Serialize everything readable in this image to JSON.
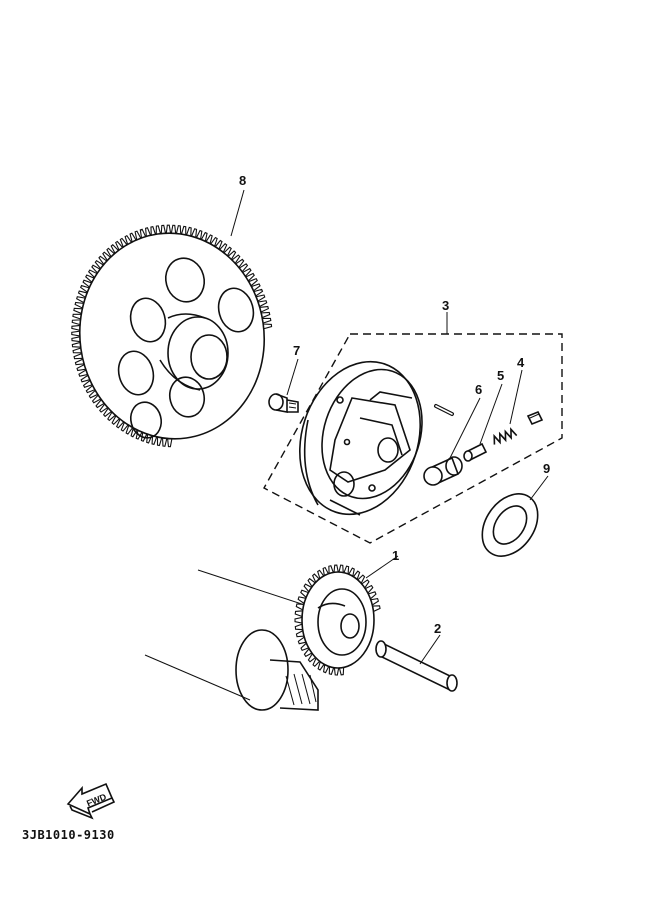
{
  "callouts": {
    "p1": "1",
    "p2": "2",
    "p3": "3",
    "p4": "4",
    "p5": "5",
    "p6": "6",
    "p7": "7",
    "p8": "8",
    "p9": "9"
  },
  "fwd_label": "FWD",
  "part_code": "3JB1010-9130",
  "icons": {
    "fwd_arrow": "fwd-arrow-icon"
  }
}
